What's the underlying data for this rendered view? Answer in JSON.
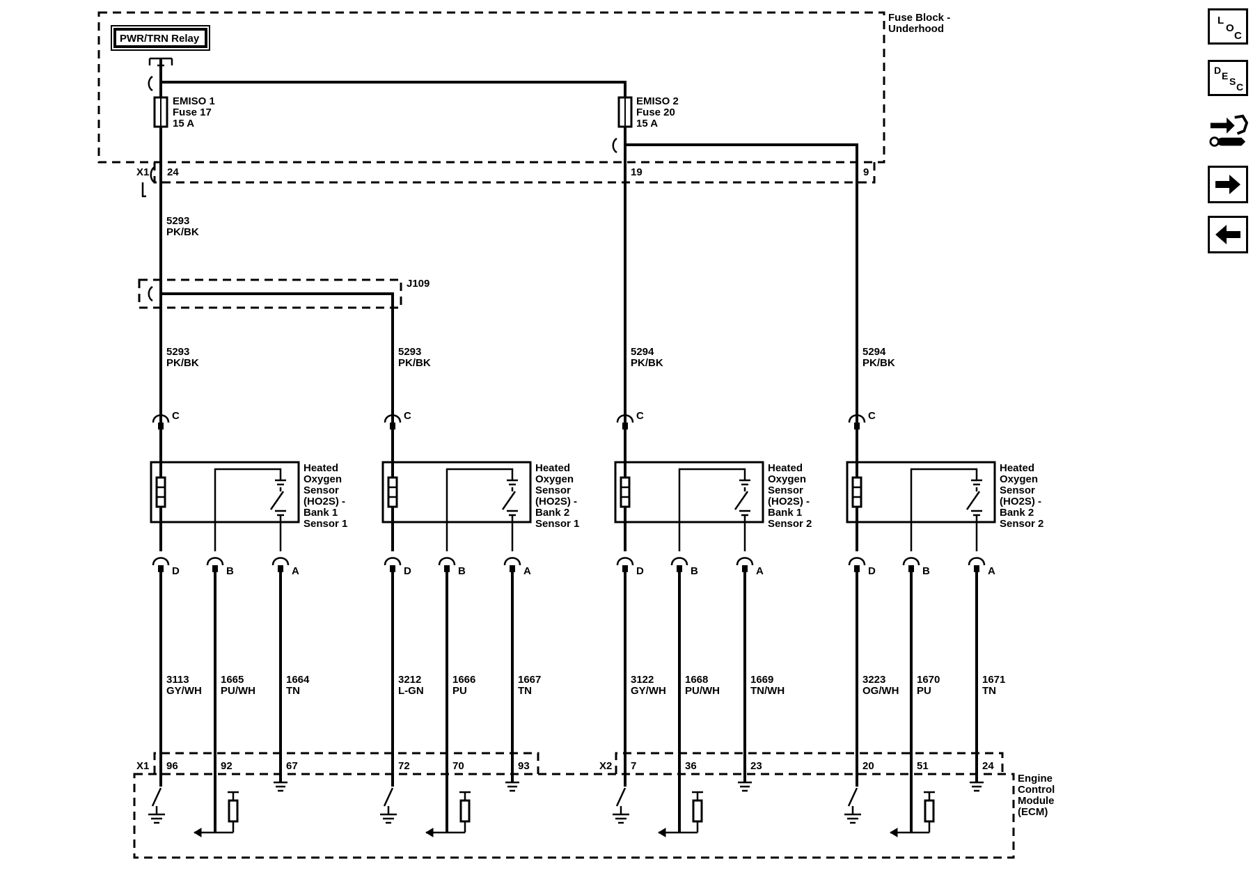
{
  "fuse_block": {
    "label_line1": "Fuse Block -",
    "label_line2": "Underhood"
  },
  "relay": {
    "label": "PWR/TRN Relay"
  },
  "fuses": [
    {
      "name": "EMISO 1",
      "fuse": "Fuse 17",
      "rating": "15 A"
    },
    {
      "name": "EMISO 2",
      "fuse": "Fuse 20",
      "rating": "15 A"
    }
  ],
  "fuse_block_connector": {
    "name": "X1",
    "pins": [
      "24",
      "19",
      "9"
    ]
  },
  "splice": {
    "label": "J109"
  },
  "upper_circuits": [
    {
      "number": "5293",
      "color": "PK/BK"
    },
    {
      "number": "5293",
      "color": "PK/BK"
    },
    {
      "number": "5293",
      "color": "PK/BK"
    },
    {
      "number": "5294",
      "color": "PK/BK"
    },
    {
      "number": "5294",
      "color": "PK/BK"
    }
  ],
  "sensors": [
    {
      "lines": [
        "Heated",
        "Oxygen",
        "Sensor",
        "(HO2S) -",
        "Bank 1",
        "Sensor 1"
      ],
      "pin_top": "C",
      "pin_d": "D",
      "pin_b": "B",
      "pin_a": "A",
      "circuits": [
        {
          "number": "3113",
          "color": "GY/WH"
        },
        {
          "number": "1665",
          "color": "PU/WH"
        },
        {
          "number": "1664",
          "color": "TN"
        }
      ],
      "ecm_pins": [
        "96",
        "92",
        "67"
      ]
    },
    {
      "lines": [
        "Heated",
        "Oxygen",
        "Sensor",
        "(HO2S) -",
        "Bank 2",
        "Sensor 1"
      ],
      "pin_top": "C",
      "pin_d": "D",
      "pin_b": "B",
      "pin_a": "A",
      "circuits": [
        {
          "number": "3212",
          "color": "L-GN"
        },
        {
          "number": "1666",
          "color": "PU"
        },
        {
          "number": "1667",
          "color": "TN"
        }
      ],
      "ecm_pins": [
        "72",
        "70",
        "93"
      ]
    },
    {
      "lines": [
        "Heated",
        "Oxygen",
        "Sensor",
        "(HO2S) -",
        "Bank 1",
        "Sensor 2"
      ],
      "pin_top": "C",
      "pin_d": "D",
      "pin_b": "B",
      "pin_a": "A",
      "circuits": [
        {
          "number": "3122",
          "color": "GY/WH"
        },
        {
          "number": "1668",
          "color": "PU/WH"
        },
        {
          "number": "1669",
          "color": "TN/WH"
        }
      ],
      "ecm_pins": [
        "7",
        "36",
        "23"
      ]
    },
    {
      "lines": [
        "Heated",
        "Oxygen",
        "Sensor",
        "(HO2S) -",
        "Bank 2",
        "Sensor 2"
      ],
      "pin_top": "C",
      "pin_d": "D",
      "pin_b": "B",
      "pin_a": "A",
      "circuits": [
        {
          "number": "3223",
          "color": "OG/WH"
        },
        {
          "number": "1670",
          "color": "PU"
        },
        {
          "number": "1671",
          "color": "TN"
        }
      ],
      "ecm_pins": [
        "20",
        "51",
        "24"
      ]
    }
  ],
  "ecm": {
    "lines": [
      "Engine",
      "Control",
      "Module",
      "(ECM)"
    ],
    "connectors": [
      "X1",
      "X2"
    ]
  },
  "nav_buttons": [
    {
      "id": "loc",
      "icon": "loc-icon",
      "letters": [
        "L",
        "O",
        "C"
      ]
    },
    {
      "id": "desc",
      "icon": "desc-icon",
      "letters": [
        "D",
        "E",
        "S",
        "C"
      ]
    },
    {
      "id": "repair",
      "icon": "repair-wrench-icon"
    },
    {
      "id": "next",
      "icon": "arrow-right-icon"
    },
    {
      "id": "prev",
      "icon": "arrow-left-icon"
    }
  ]
}
